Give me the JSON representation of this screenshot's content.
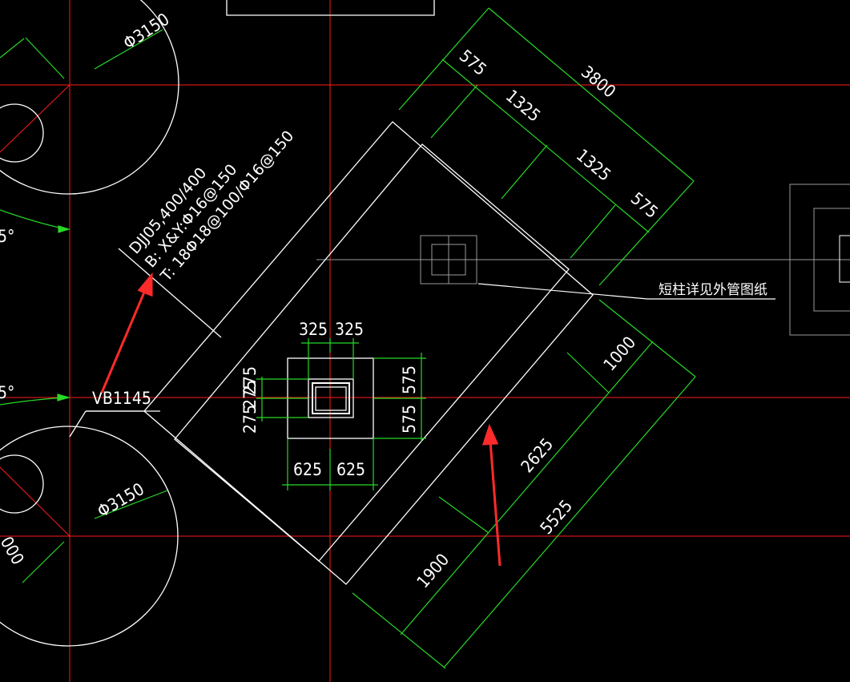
{
  "colors": {
    "background": "#000000",
    "axis_red": "#ff1a1a",
    "outline_white": "#ffffff",
    "dimension_green": "#27d927",
    "annotation_arrow": "#ff2a2a",
    "gray": "#9a9a9a"
  },
  "foundation_label": {
    "line1": "DJJ05,400/400",
    "line2": "B: X&Y:Φ16@150",
    "line3": "T: 18Φ18@100/Φ16@150"
  },
  "beam_label": "VB1145",
  "note_short_column": "短柱详见外管图纸",
  "pile_diameters": [
    "Φ3150",
    "Φ3150"
  ],
  "angle_marks": [
    "5°",
    "5°"
  ],
  "left_partial_dim": "000",
  "dims_top": {
    "total": "3800",
    "d1": "575",
    "d2": "1325",
    "d3": "1325",
    "d4": "575"
  },
  "dims_right": {
    "total": "5525",
    "d1": "1000",
    "d2": "2625",
    "d3": "1900"
  },
  "dims_column": {
    "top_left": "325",
    "top_right": "325",
    "left_top": "275",
    "left_mid": "275",
    "left_bottom": "275",
    "right_top": "575",
    "right_bottom": "575",
    "bottom_left": "625",
    "bottom_right": "625"
  }
}
